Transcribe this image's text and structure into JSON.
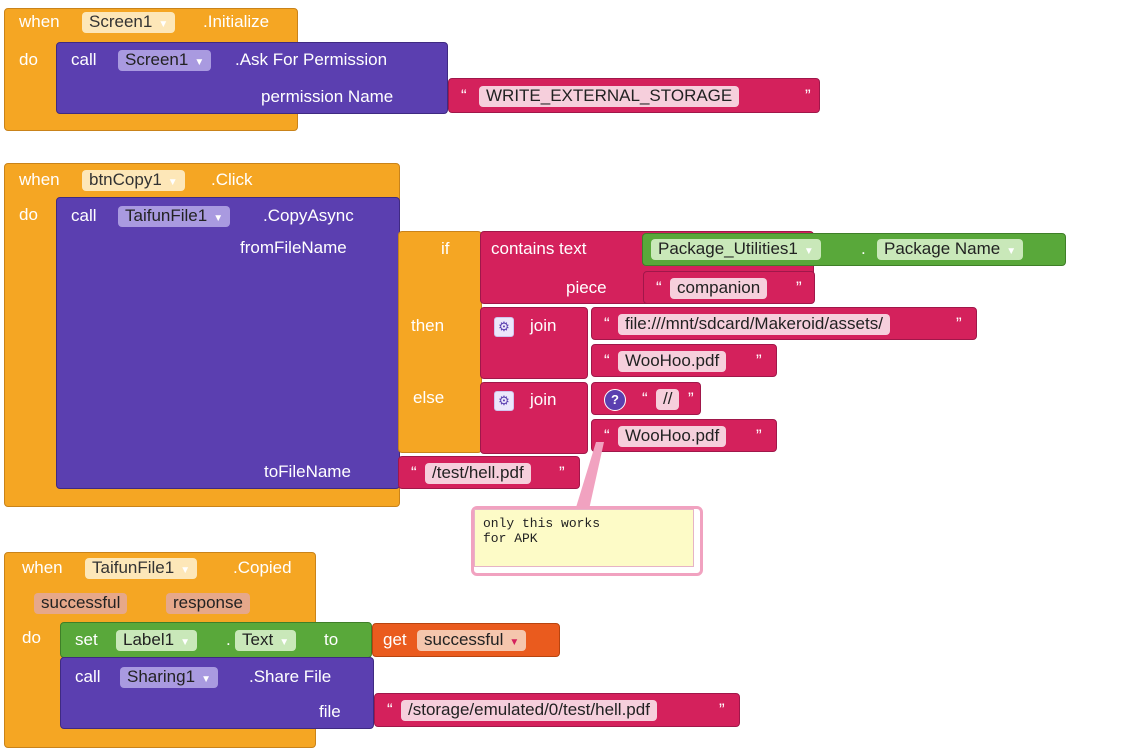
{
  "block1": {
    "when": "when",
    "component": "Screen1",
    "event": ".Initialize",
    "do": "do",
    "call": "call",
    "call_component": "Screen1",
    "method": ".Ask For Permission",
    "arg_label": "permission Name",
    "arg_value": "WRITE_EXTERNAL_STORAGE"
  },
  "block2": {
    "when": "when",
    "component": "btnCopy1",
    "event": ".Click",
    "do": "do",
    "call": "call",
    "call_component": "TaifunFile1",
    "method": ".CopyAsync",
    "from_label": "fromFileName",
    "if": "if",
    "contains": "contains text",
    "pkg_component": "Package_Utilities1",
    "pkg_prop": "Package Name",
    "piece": "piece",
    "piece_value": "companion",
    "then": "then",
    "join": "join",
    "then_str1": "file:///mnt/sdcard/Makeroid/assets/",
    "then_str2": "WooHoo.pdf",
    "else": "else",
    "else_str1": "//",
    "else_str2": "WooHoo.pdf",
    "to_label": "toFileName",
    "to_value": "/test/hell.pdf",
    "comment": "only this works\nfor APK"
  },
  "block3": {
    "when": "when",
    "component": "TaifunFile1",
    "event": ".Copied",
    "param1": "successful",
    "param2": "response",
    "do": "do",
    "set": "set",
    "set_component": "Label1",
    "set_prop": "Text",
    "to": "to",
    "get": "get",
    "get_var": "successful",
    "call": "call",
    "call_component": "Sharing1",
    "method": ".Share File",
    "file_label": "file",
    "file_value": "/storage/emulated/0/test/hell.pdf"
  },
  "colors": {
    "event": "#f5a623",
    "component": "#5b3fb0",
    "text": "#d4215c",
    "control": "#f5a623",
    "setter": "#59a83a",
    "getter": "#ea5b1e"
  }
}
